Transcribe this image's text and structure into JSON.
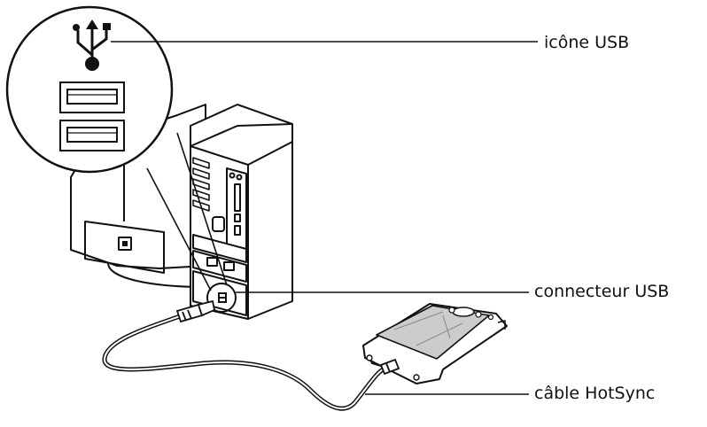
{
  "labels": {
    "usb_icon": "icône USB",
    "usb_connector": "connecteur USB",
    "hotsync_cable": "câble HotSync"
  },
  "colors": {
    "line": "#111111",
    "handheld_screen": "#cccccc",
    "fill": "#ffffff"
  }
}
